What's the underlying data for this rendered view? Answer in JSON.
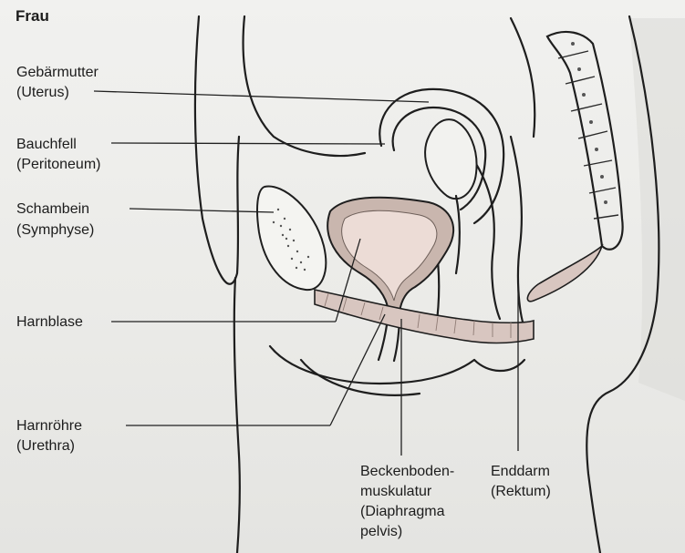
{
  "title": "Frau",
  "labels": {
    "uterus_de": "Gebärmutter",
    "uterus_lat": "(Uterus)",
    "peritoneum_de": "Bauchfell",
    "peritoneum_lat": "(Peritoneum)",
    "symphyse_de": "Schambein",
    "symphyse_lat": "(Symphyse)",
    "bladder_de": "Harnblase",
    "urethra_de": "Harnröhre",
    "urethra_lat": "(Urethra)",
    "pelvic_floor_1": "Beckenboden-",
    "pelvic_floor_2": "muskulatur",
    "pelvic_floor_3": "(Diaphragma",
    "pelvic_floor_4": "pelvis)",
    "rectum_de": "Enddarm",
    "rectum_lat": "(Rektum)"
  },
  "colors": {
    "background": "#efefec",
    "outline": "#1e1e1e",
    "bladder_fill": "#ecdcd6",
    "bladder_wall": "#c9b6ae",
    "muscle_fill": "#d8c6c0"
  }
}
